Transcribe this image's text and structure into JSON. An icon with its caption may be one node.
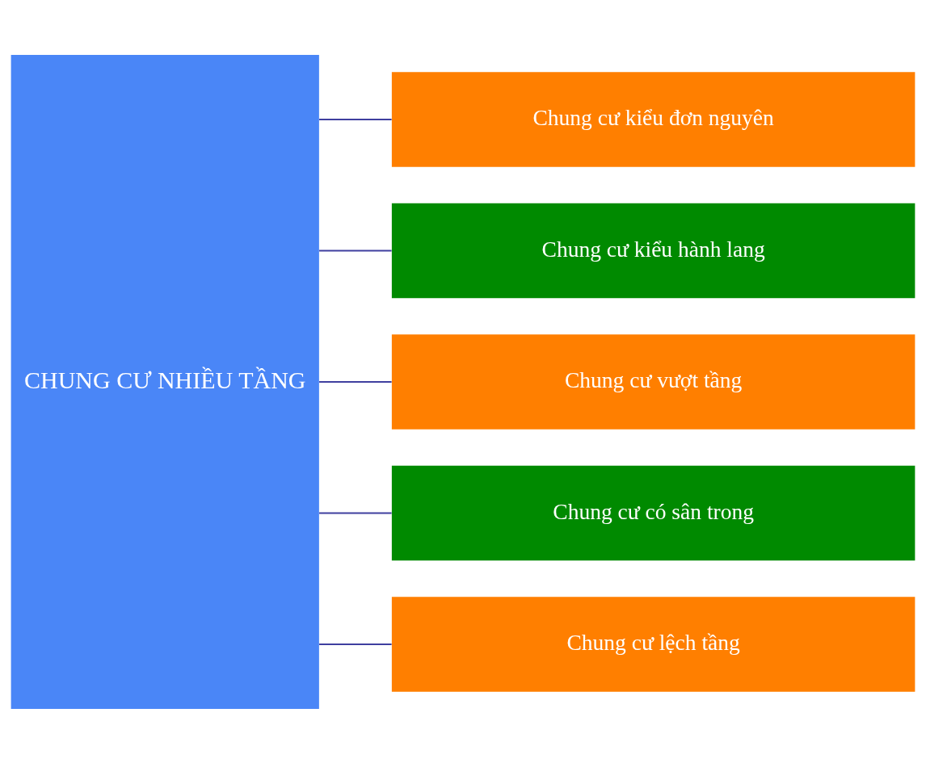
{
  "diagram": {
    "nodes": [
      {
        "text": [
          "CHUNG CƯ NHIỀU TẦNG"
        ]
      },
      {
        "text": [
          "Chung cư kiểu đơn nguyên"
        ]
      },
      {
        "text": [
          "Chung cư kiểu hành lang"
        ]
      },
      {
        "text": [
          "Chung cư vượt tầng"
        ]
      },
      {
        "text": [
          "Chung cư có sân trong"
        ]
      },
      {
        "text": [
          "Chung cư lệch tầng"
        ]
      }
    ],
    "edges": [
      {
        "from": 0,
        "to": 1,
        "arrow": "none"
      },
      {
        "from": 0,
        "to": 2,
        "arrow": "none"
      },
      {
        "from": 0,
        "to": 3,
        "arrow": "none"
      },
      {
        "from": 0,
        "to": 4,
        "arrow": "none"
      },
      {
        "from": 0,
        "to": 5,
        "arrow": "none"
      }
    ]
  }
}
